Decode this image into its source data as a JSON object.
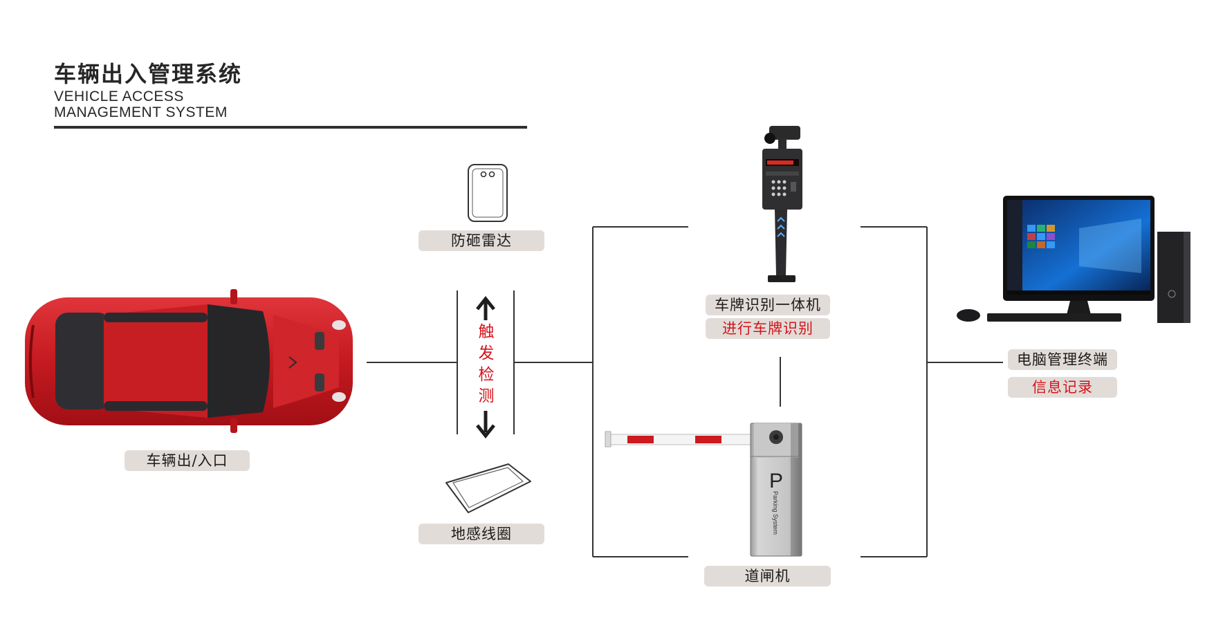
{
  "title": {
    "cn": "车辆出入管理系统",
    "en_line1": "VEHICLE ACCESS",
    "en_line2": "MANAGEMENT SYSTEM"
  },
  "nodes": {
    "vehicle": {
      "label": "车辆出/入口"
    },
    "radar": {
      "label": "防砸雷达"
    },
    "loop": {
      "label": "地感线圈"
    },
    "trigger": {
      "text": "触发检测"
    },
    "camera": {
      "label": "车牌识别一体机",
      "sub_label": "进行车牌识别"
    },
    "barrier": {
      "label": "道闸机",
      "brand_letter": "P",
      "brand_text": "Parking System"
    },
    "computer": {
      "label": "电脑管理终端",
      "sub_label": "信息记录"
    }
  },
  "colors": {
    "accent_red": "#d6121a",
    "label_bg": "#e2dcd8",
    "line": "#333333",
    "car_body": "#c41a20"
  },
  "icons": [
    "car-icon",
    "radar-icon",
    "loop-icon",
    "arrow-up-icon",
    "arrow-down-icon",
    "camera-terminal-icon",
    "barrier-gate-icon",
    "computer-icon"
  ]
}
